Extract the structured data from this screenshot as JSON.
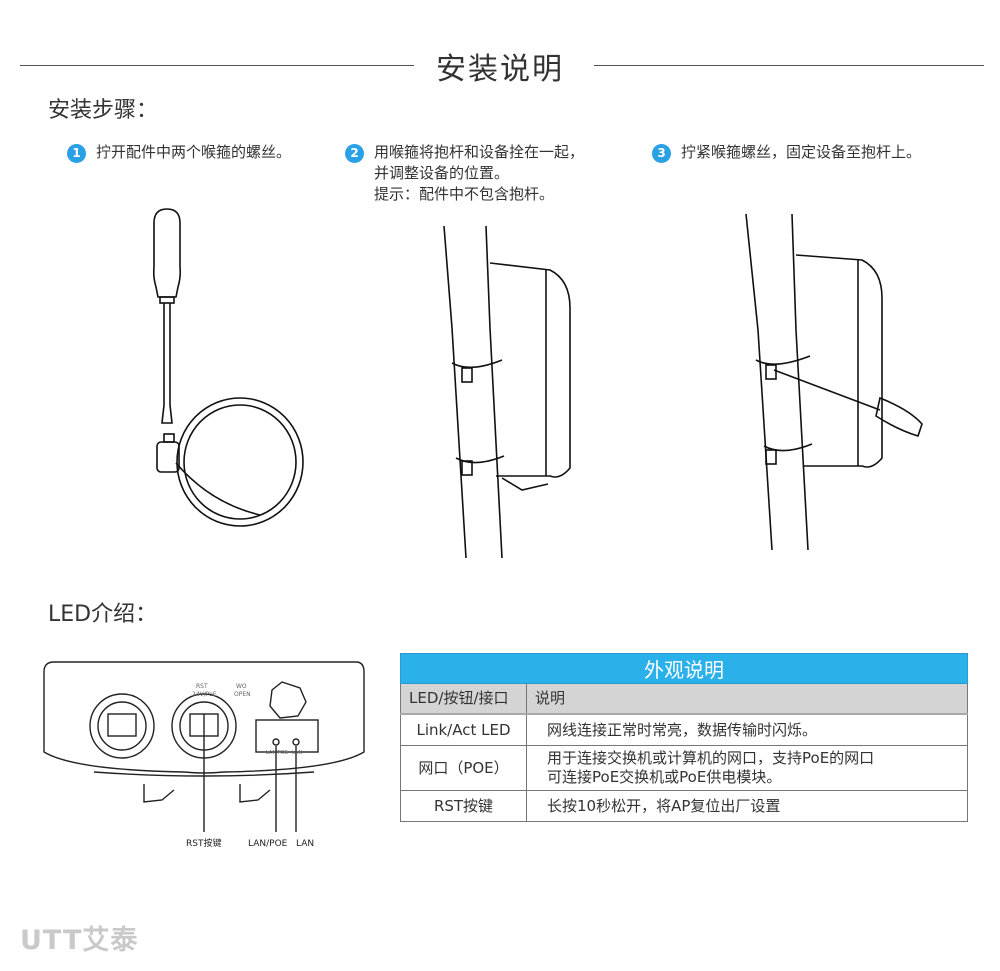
{
  "header": {
    "title": "安装说明"
  },
  "install": {
    "heading": "安装步骤：",
    "steps": [
      {
        "num": "1",
        "lines": [
          "拧开配件中两个喉箍的螺丝。"
        ]
      },
      {
        "num": "2",
        "lines": [
          "用喉箍将抱杆和设备拴在一起，",
          "并调整设备的位置。",
          "提示：配件中不包含抱杆。"
        ]
      },
      {
        "num": "3",
        "lines": [
          "拧紧喉箍螺丝，固定设备至抱杆上。"
        ]
      }
    ]
  },
  "led": {
    "heading": "LED介绍：",
    "panel_labels": {
      "rst_top": "RST",
      "poe_top": "24V/PoE",
      "wo_top": "WO",
      "open_top": "OPEN",
      "lan_poe_small": "LAN/POE",
      "lan_small": "LAN"
    },
    "callouts": {
      "rst": "RST按键",
      "lan_poe": "LAN/POE",
      "lan": "LAN"
    }
  },
  "table": {
    "title": "外观说明",
    "header": [
      "LED/按钮/接口",
      "说明"
    ],
    "rows": [
      {
        "name": "Link/Act LED",
        "desc": [
          "网线连接正常时常亮，数据传输时闪烁。"
        ]
      },
      {
        "name": "网口（POE）",
        "desc": [
          "用于连接交换机或计算机的网口，支持PoE的网口",
          "可连接PoE交换机或PoE供电模块。"
        ]
      },
      {
        "name": "RST按键",
        "desc": [
          "长按10秒松开，将AP复位出厂设置"
        ]
      }
    ]
  },
  "footer": {
    "brand": "UTT艾泰"
  },
  "colors": {
    "accent": "#2aa1e4",
    "table_title_bg": "#2bb1ea",
    "table_header_bg": "#d4d4d4",
    "brand_gray": "#c9c9c9"
  }
}
